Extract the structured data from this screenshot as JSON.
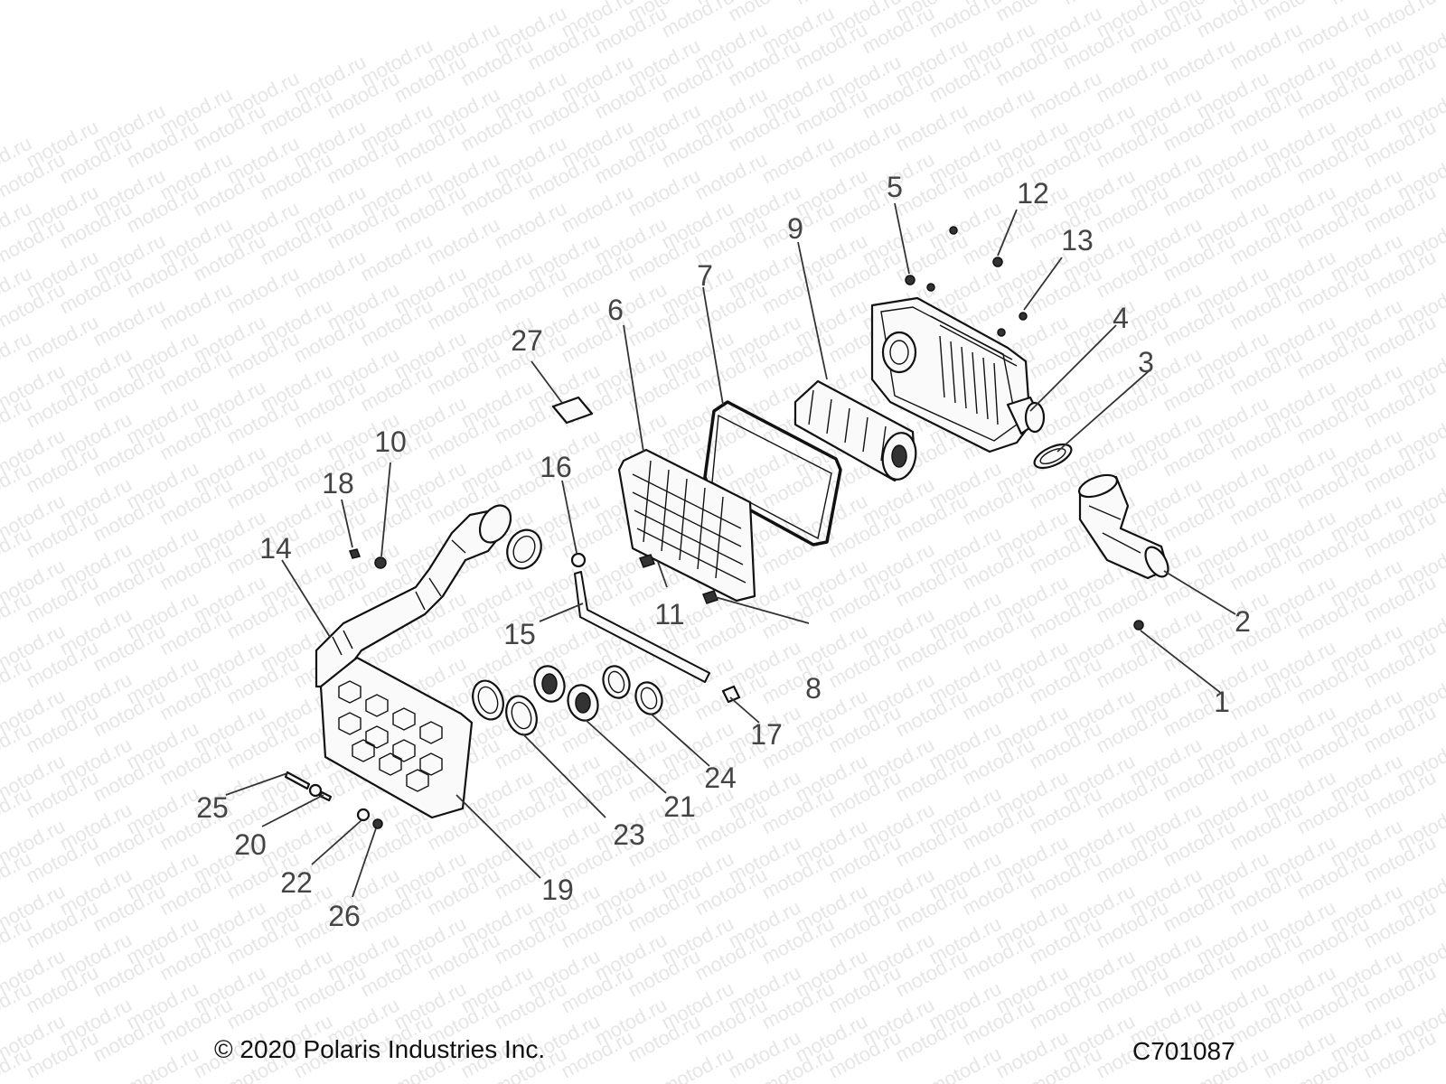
{
  "diagram": {
    "watermark": "motod.ru",
    "callouts": [
      "1",
      "2",
      "3",
      "4",
      "5",
      "6",
      "7",
      "8",
      "9",
      "10",
      "11",
      "12",
      "13",
      "14",
      "15",
      "16",
      "17",
      "18",
      "19",
      "20",
      "21",
      "22",
      "23",
      "24",
      "25",
      "26",
      "27"
    ]
  },
  "footer": {
    "copyright": "© 2020 Polaris Industries Inc.",
    "code": "C701087"
  }
}
